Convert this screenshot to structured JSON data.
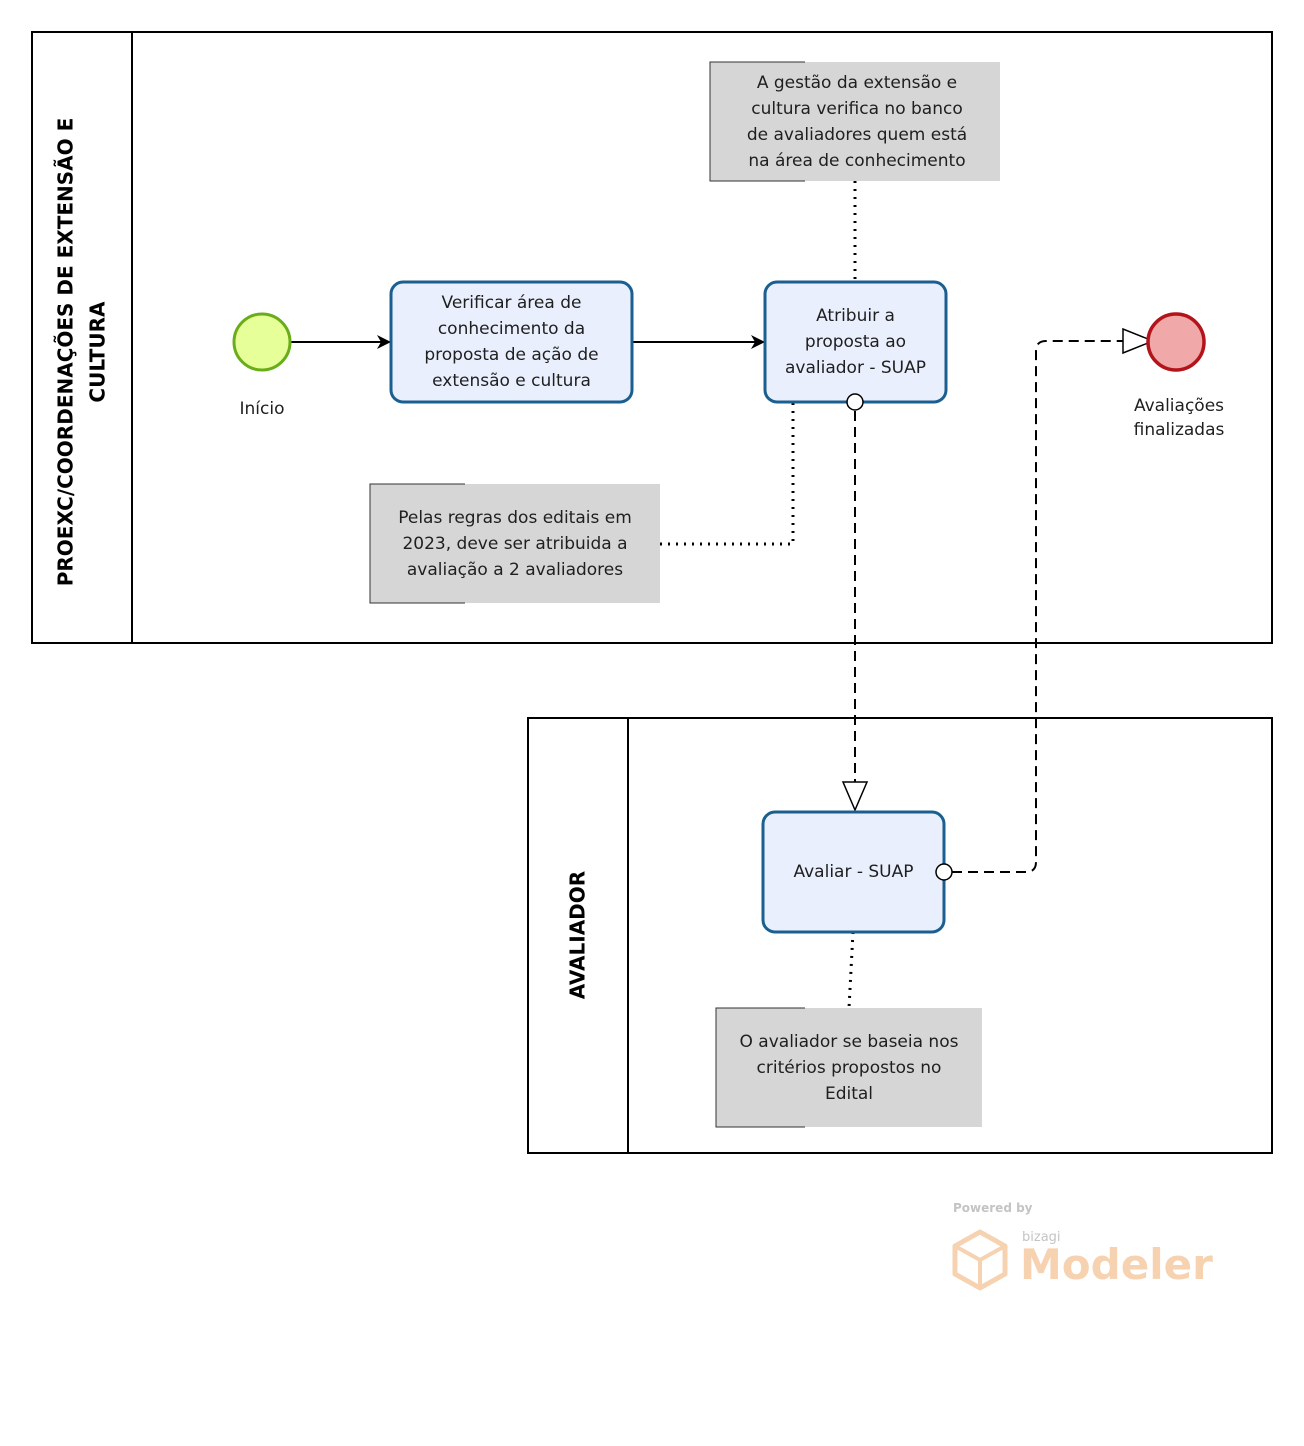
{
  "pools": {
    "proexc": {
      "title": "PROEXC/COORDENAÇÕES DE EXTENSÃO E\nCULTURA"
    },
    "avaliador": {
      "title": "AVALIADOR"
    }
  },
  "events": {
    "start": {
      "label": "Início",
      "color": "#e6ff99",
      "stroke": "#6aad1a"
    },
    "end": {
      "label": "Avaliações\nfinalizadas",
      "color": "#f0a8a8",
      "stroke": "#b3141c"
    }
  },
  "tasks": {
    "verificar": {
      "label": "Verificar área de\nconhecimento da\nproposta de ação de\nextensão e cultura"
    },
    "atribuir": {
      "label": "Atribuir a\nproposta ao\navaliador - SUAP"
    },
    "avaliar": {
      "label": "Avaliar - SUAP"
    }
  },
  "annotations": {
    "gestao": {
      "text": "A gestão da extensão e\ncultura verifica no banco\nde avaliadores quem está\nna área de conhecimento"
    },
    "regras": {
      "text": "Pelas regras dos editais em\n2023, deve ser atribuida a\navaliação a 2 avaliadores"
    },
    "criterios": {
      "text": "O avaliador se baseia nos\ncritérios propostos no\nEdital"
    }
  },
  "branding": {
    "powered_by": "Powered by",
    "bizagi": "bizagi",
    "modeler": "Modeler"
  },
  "colors": {
    "task_fill": "#e9effd",
    "task_stroke": "#1a5f8f",
    "annotation_fill": "#d6d6d6"
  }
}
